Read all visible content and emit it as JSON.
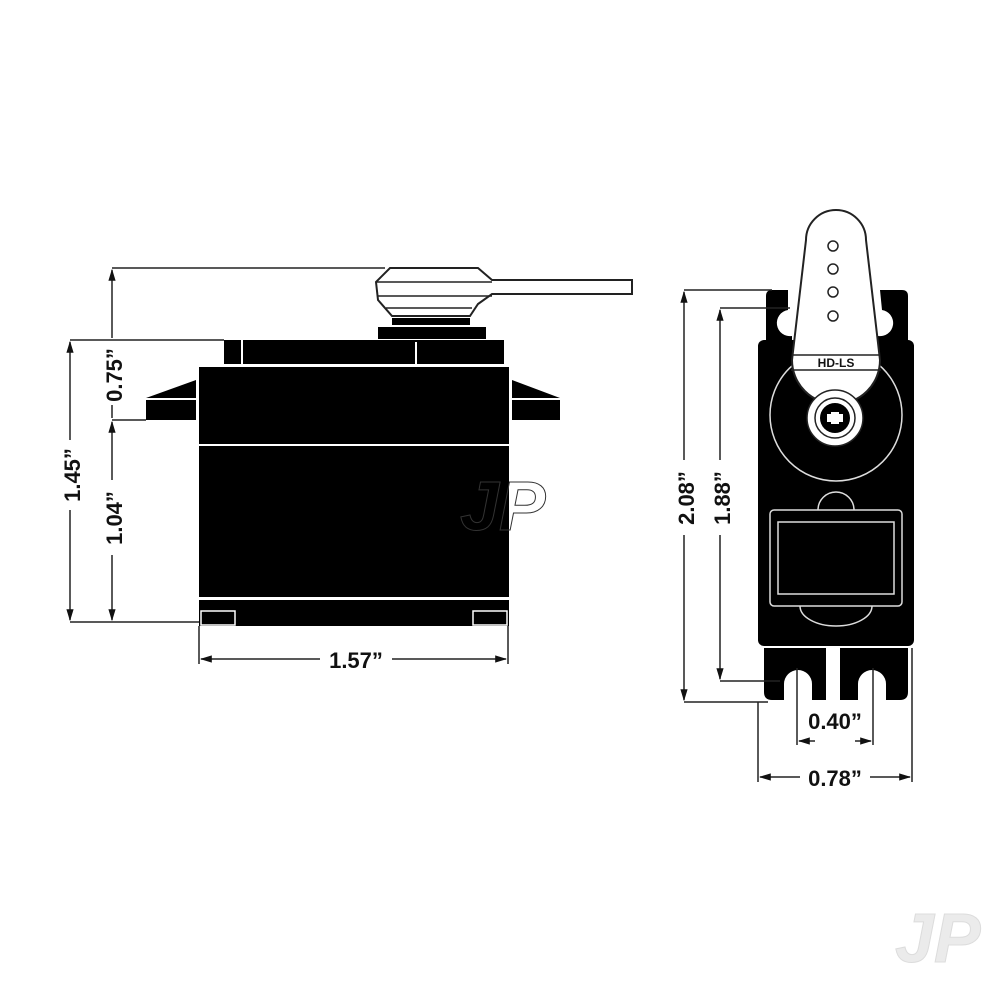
{
  "diagram": {
    "subject": "Servo dimension drawing",
    "colors": {
      "body": "#000000",
      "line": "#222222",
      "background": "#ffffff",
      "watermark": "#e6e6e6"
    },
    "side_view": {
      "dimensions": {
        "total_height": "1.45”",
        "upper_height": "0.75”",
        "lower_height": "1.04”",
        "width": "1.57”"
      }
    },
    "front_view": {
      "horn_label": "HD-LS",
      "horn_holes": 4,
      "dimensions": {
        "total_height": "2.08”",
        "mount_height": "1.88”",
        "hole_spacing": "0.40”",
        "width": "0.78”"
      }
    },
    "watermark": {
      "text": "JP"
    }
  }
}
